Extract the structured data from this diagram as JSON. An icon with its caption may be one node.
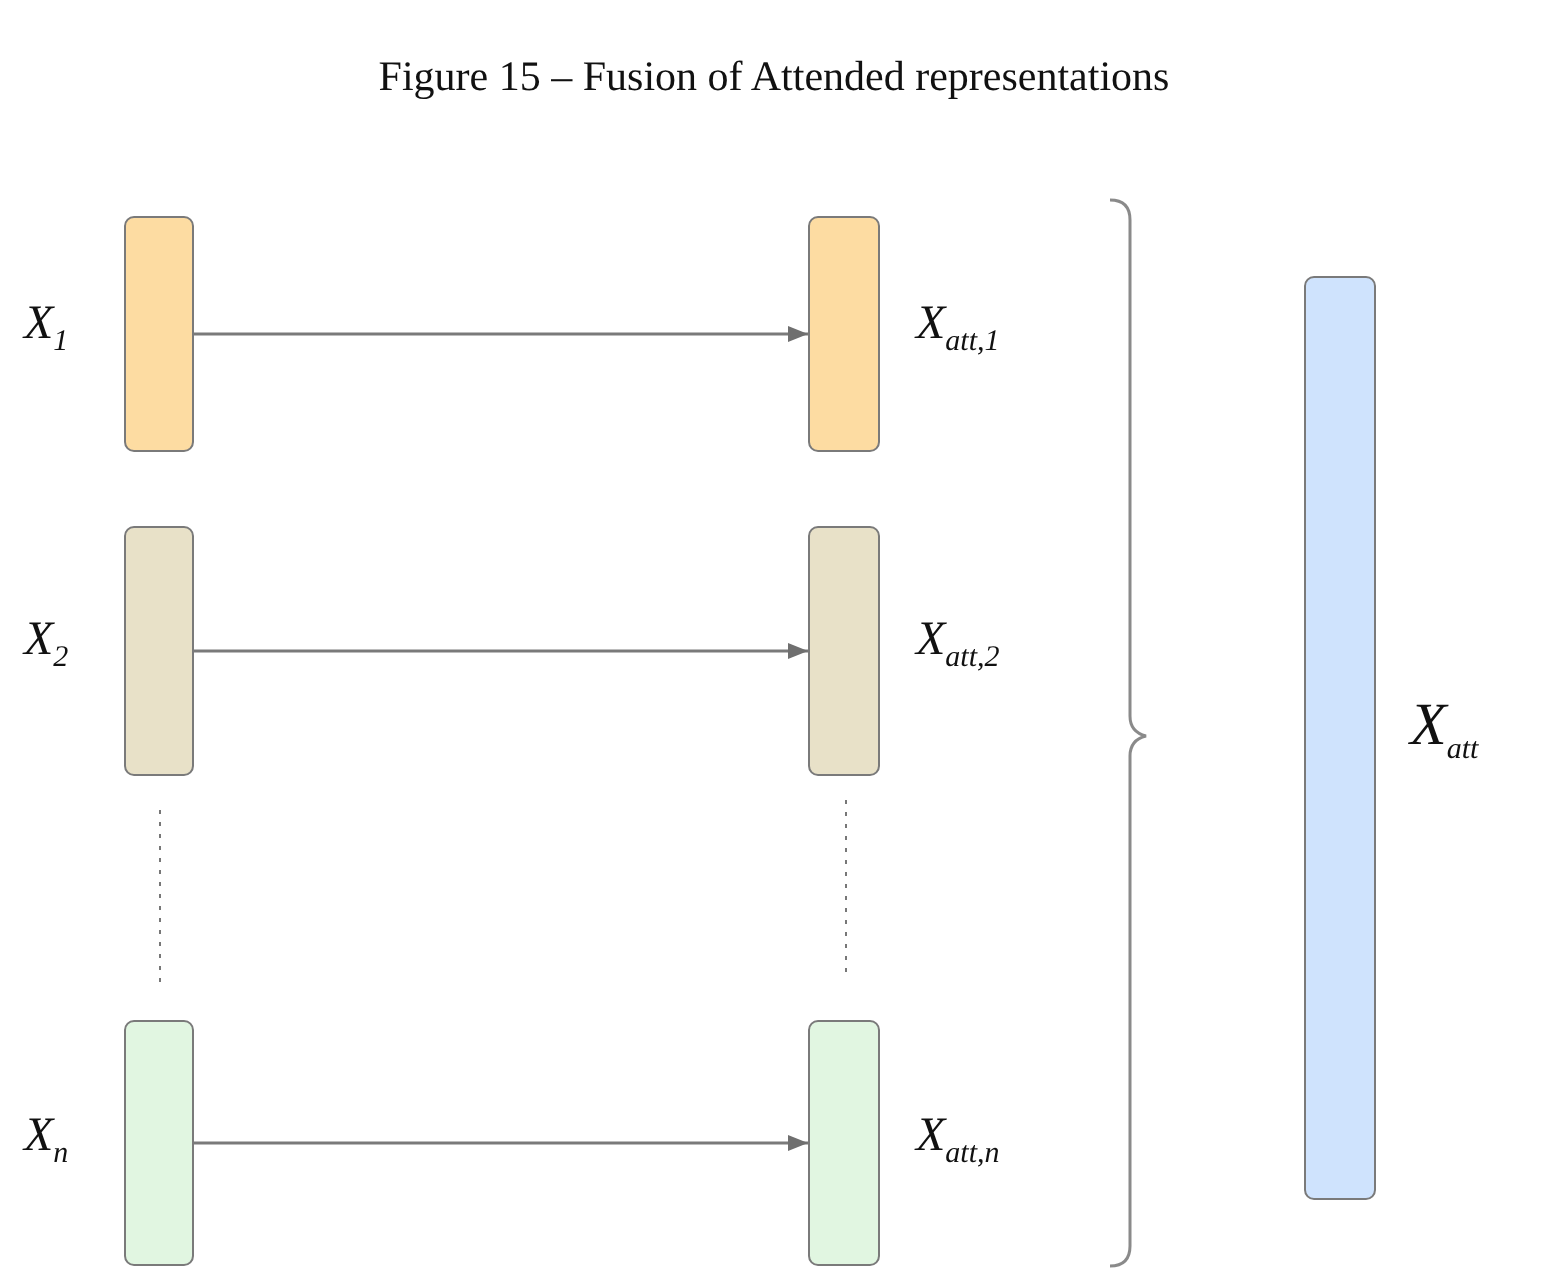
{
  "diagram": {
    "title": "Figure 15 – Fusion of Attended representations",
    "nodes": [
      {
        "text": [],
        "shape": "bar",
        "beside": [
          "X$_{1}$"
        ]
      },
      {
        "text": [],
        "shape": "bar",
        "beside": [
          "X$_{att,1}$"
        ]
      },
      {
        "text": [],
        "shape": "bar",
        "beside": [
          "X$_{2}$"
        ]
      },
      {
        "text": [],
        "shape": "bar",
        "beside": [
          "X$_{att,2}$"
        ]
      },
      {
        "text": [],
        "shape": "bar",
        "beside": [
          "X$_{n}$"
        ]
      },
      {
        "text": [],
        "shape": "bar",
        "beside": [
          "X$_{att,n}$"
        ]
      },
      {
        "text": [],
        "shape": "bar",
        "beside": [
          "X$_{att}$"
        ]
      }
    ],
    "edges": [
      {
        "from": 0,
        "to": 1,
        "arrow": "to"
      },
      {
        "from": 2,
        "to": 3,
        "arrow": "to"
      },
      {
        "from": 4,
        "to": 5,
        "arrow": "to"
      }
    ]
  }
}
